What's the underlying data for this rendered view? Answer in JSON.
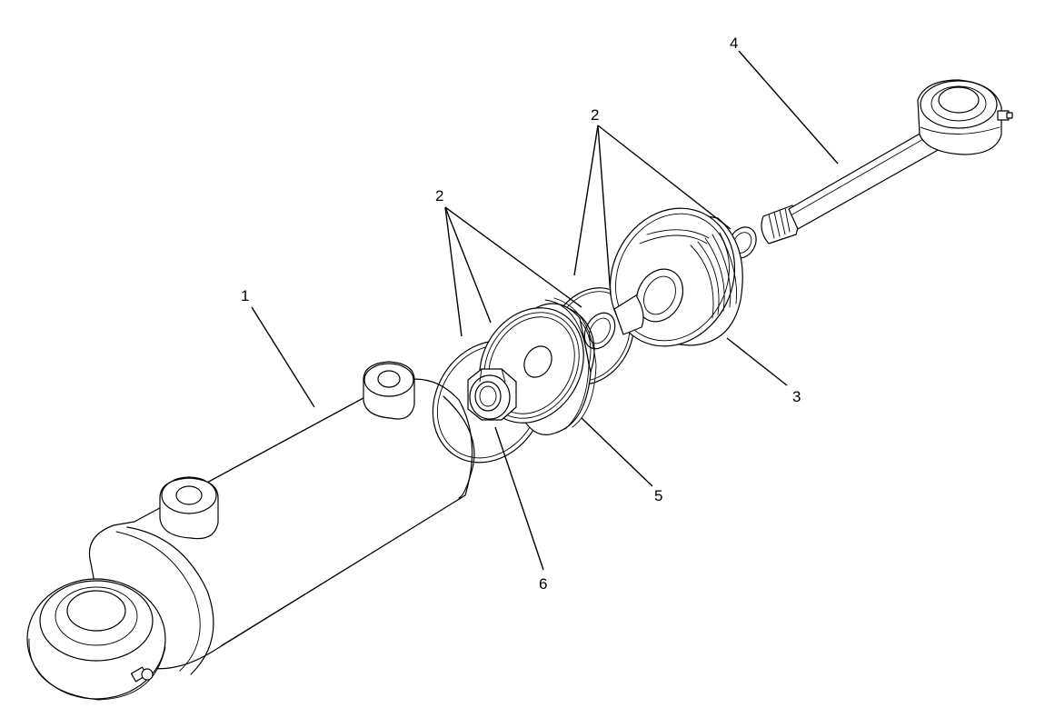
{
  "callouts": {
    "c1": "1",
    "c2a": "2",
    "c2b": "2",
    "c3": "3",
    "c4": "4",
    "c5": "5",
    "c6": "6"
  }
}
